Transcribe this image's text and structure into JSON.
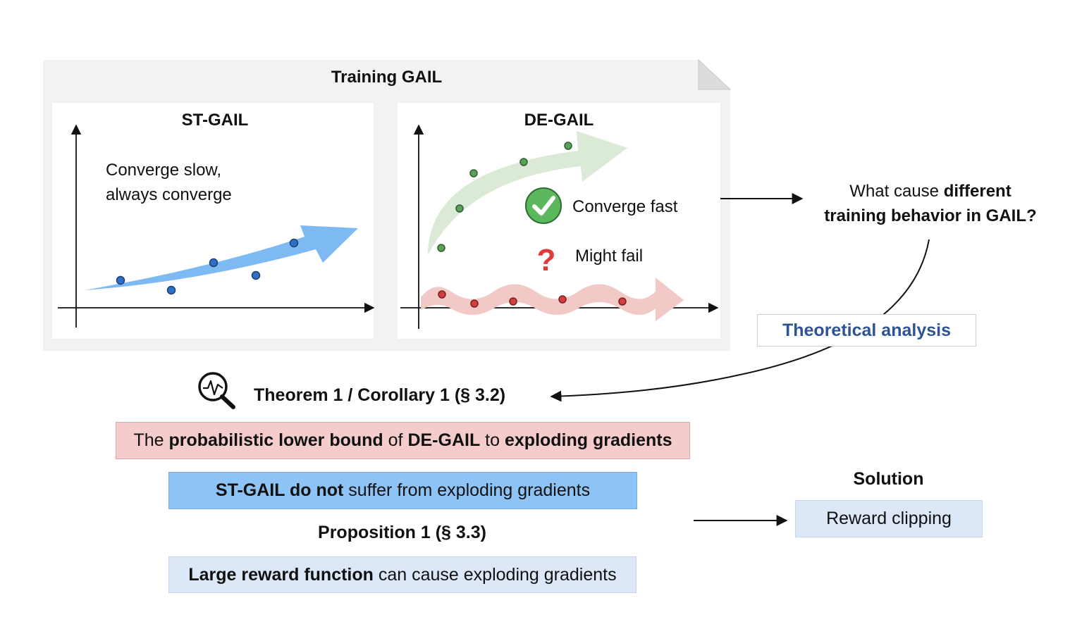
{
  "frame": {
    "title": "Training  GAIL"
  },
  "st_gail": {
    "title": "ST-GAIL",
    "annotation_line1": "Converge slow,",
    "annotation_line2": "always converge"
  },
  "de_gail": {
    "title": "DE-GAIL",
    "converge_label": "Converge fast",
    "fail_label": "Might fail"
  },
  "question": {
    "prefix": "What cause ",
    "bold1": "different",
    "bold2": "training behavior in GAIL?"
  },
  "analysis_box": {
    "label": "Theoretical analysis"
  },
  "theorem": {
    "label": "Theorem 1 / Corollary 1 (§ 3.2)"
  },
  "box_red": {
    "p1": "The ",
    "b1": "probabilistic lower bound",
    "p2": " of ",
    "b2": "DE-GAIL",
    "p3": " to ",
    "b3": "exploding gradients"
  },
  "box_blue": {
    "b1": "ST-GAIL do not",
    "p1": " suffer from exploding gradients"
  },
  "proposition": {
    "label": "Proposition 1 (§ 3.3)"
  },
  "box_light": {
    "b1": "Large reward function",
    "p1": " can cause exploding gradients"
  },
  "solution": {
    "title": "Solution",
    "box_label": "Reward clipping"
  },
  "colors": {
    "frame_bg": "#f2f2f2",
    "analysis_text": "#2f5496",
    "red_box": "#f4cccc",
    "blue_box": "#8ec3f5",
    "light_box": "#dce8f7",
    "blue_arrow": "#6fb3f2",
    "green_arrow": "#dbead6",
    "pink_band": "#f3c9c7",
    "check_green": "#5cb85c",
    "question_red": "#e03b3b"
  }
}
